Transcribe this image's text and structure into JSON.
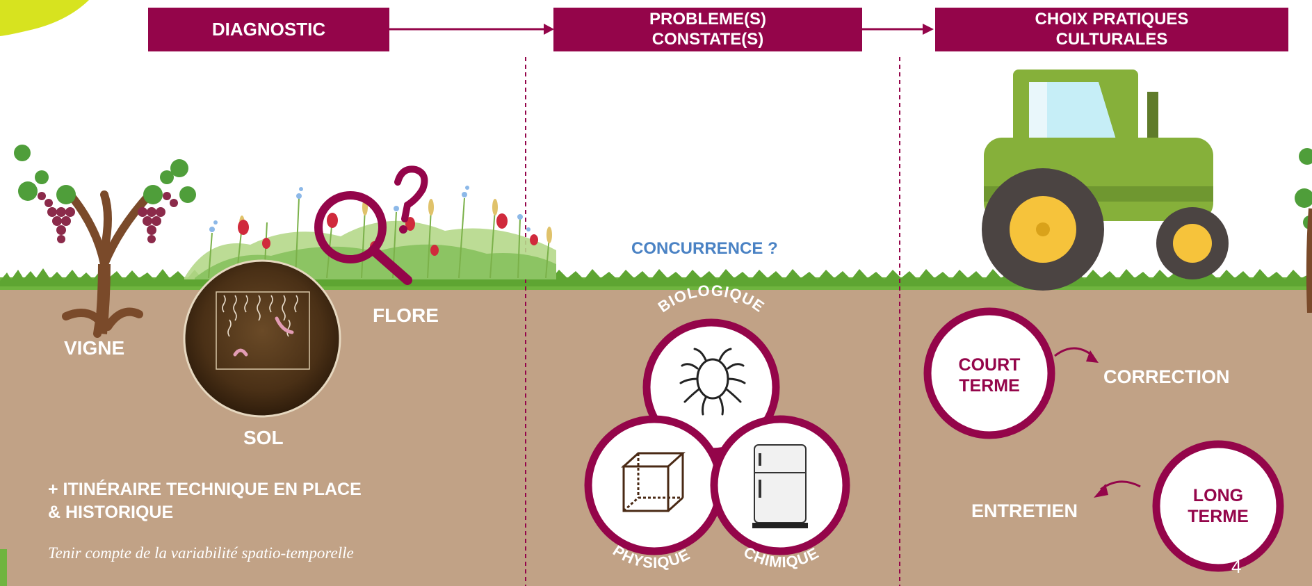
{
  "headers": {
    "diagnostic": "DIAGNOSTIC",
    "probleme_line1": "PROBLEME(S)",
    "probleme_line2": "CONSTATE(S)",
    "choix_line1": "CHOIX PRATIQUES",
    "choix_line2": "CULTURALES"
  },
  "diagnostic": {
    "vigne": "VIGNE",
    "flore": "FLORE",
    "sol": "SOL",
    "itineraire_line1": "+ ITINÉRAIRE TECHNIQUE EN PLACE",
    "itineraire_line2": "& HISTORIQUE",
    "note": "Tenir compte de la variabilité spatio-temporelle"
  },
  "probleme": {
    "concurrence": "CONCURRENCE ?",
    "biologique": "BIOLOGIQUE",
    "physique": "PHYSIQUE",
    "chimique": "CHIMIQUE"
  },
  "choix": {
    "court_line1": "COURT",
    "court_line2": "TERME",
    "correction": "CORRECTION",
    "long_line1": "LONG",
    "long_line2": "TERME",
    "entretien": "ENTRETIEN"
  },
  "page_number": "4",
  "colors": {
    "plum": "#94054a",
    "soil": "#c1a286",
    "grass": "#6fb43f",
    "lime": "#d7e31f",
    "concurrence_blue": "#4a82c4",
    "tractor_green": "#86b03a"
  },
  "icons": [
    "magnifier-icon",
    "question-mark-icon",
    "bug-icon",
    "cube-icon",
    "fridge-icon",
    "tractor-icon",
    "vine-icon",
    "soil-core-icon"
  ]
}
